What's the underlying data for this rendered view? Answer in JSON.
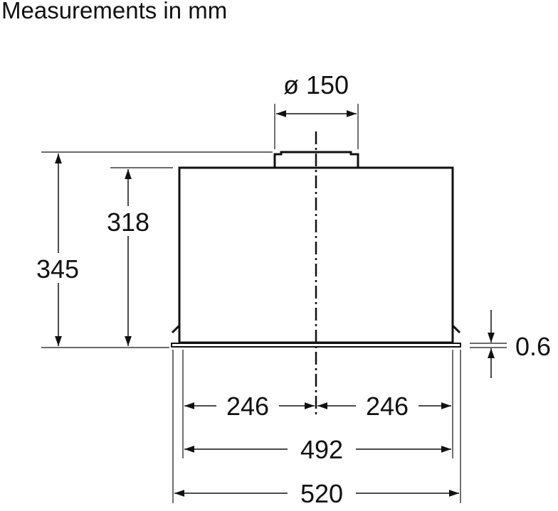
{
  "title": "Measurements in mm",
  "dimensions": {
    "duct_diameter": "ø 150",
    "total_height": "345",
    "body_height": "318",
    "flange_thickness": "0.6",
    "half_width_left": "246",
    "half_width_right": "246",
    "body_width": "492",
    "flange_width": "520"
  },
  "colors": {
    "line": "#111111",
    "background": "#ffffff"
  }
}
